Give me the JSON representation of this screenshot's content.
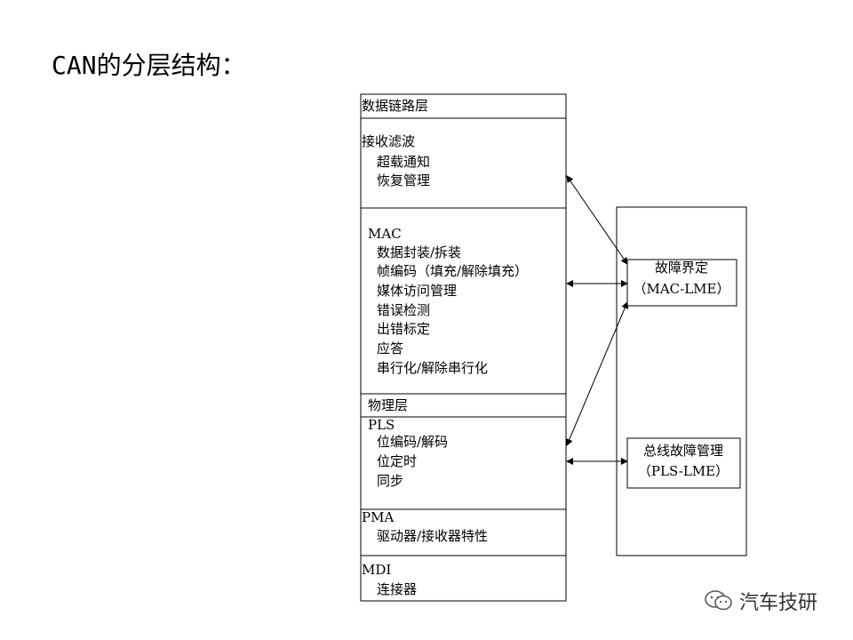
{
  "title": "CAN的分层结构：",
  "left_stack": {
    "data_link_header": "数据链路层",
    "llc": {
      "heading": "接收滤波",
      "items": [
        "超载通知",
        "恢复管理"
      ]
    },
    "mac": {
      "heading": "MAC",
      "items": [
        "数据封装/拆装",
        "帧编码（填充/解除填充）",
        "媒体访问管理",
        "错误检测",
        "出错标定",
        "应答",
        "串行化/解除串行化"
      ]
    },
    "physical_header": "物理层",
    "pls": {
      "heading": "PLS",
      "items": [
        "位编码/解码",
        "位定时",
        "同步"
      ]
    },
    "pma": {
      "heading": "PMA",
      "items": [
        "驱动器/接收器特性"
      ]
    },
    "mdi": {
      "heading": "MDI",
      "items": [
        "连接器"
      ]
    }
  },
  "right_panel": {
    "fault_confinement": {
      "line1": "故障界定",
      "line2": "（MAC-LME）"
    },
    "bus_failure": {
      "line1": "总线故障管理",
      "line2": "（PLS-LME）"
    }
  },
  "watermark": {
    "text": "汽车技研",
    "icon": "wechat-icon"
  }
}
